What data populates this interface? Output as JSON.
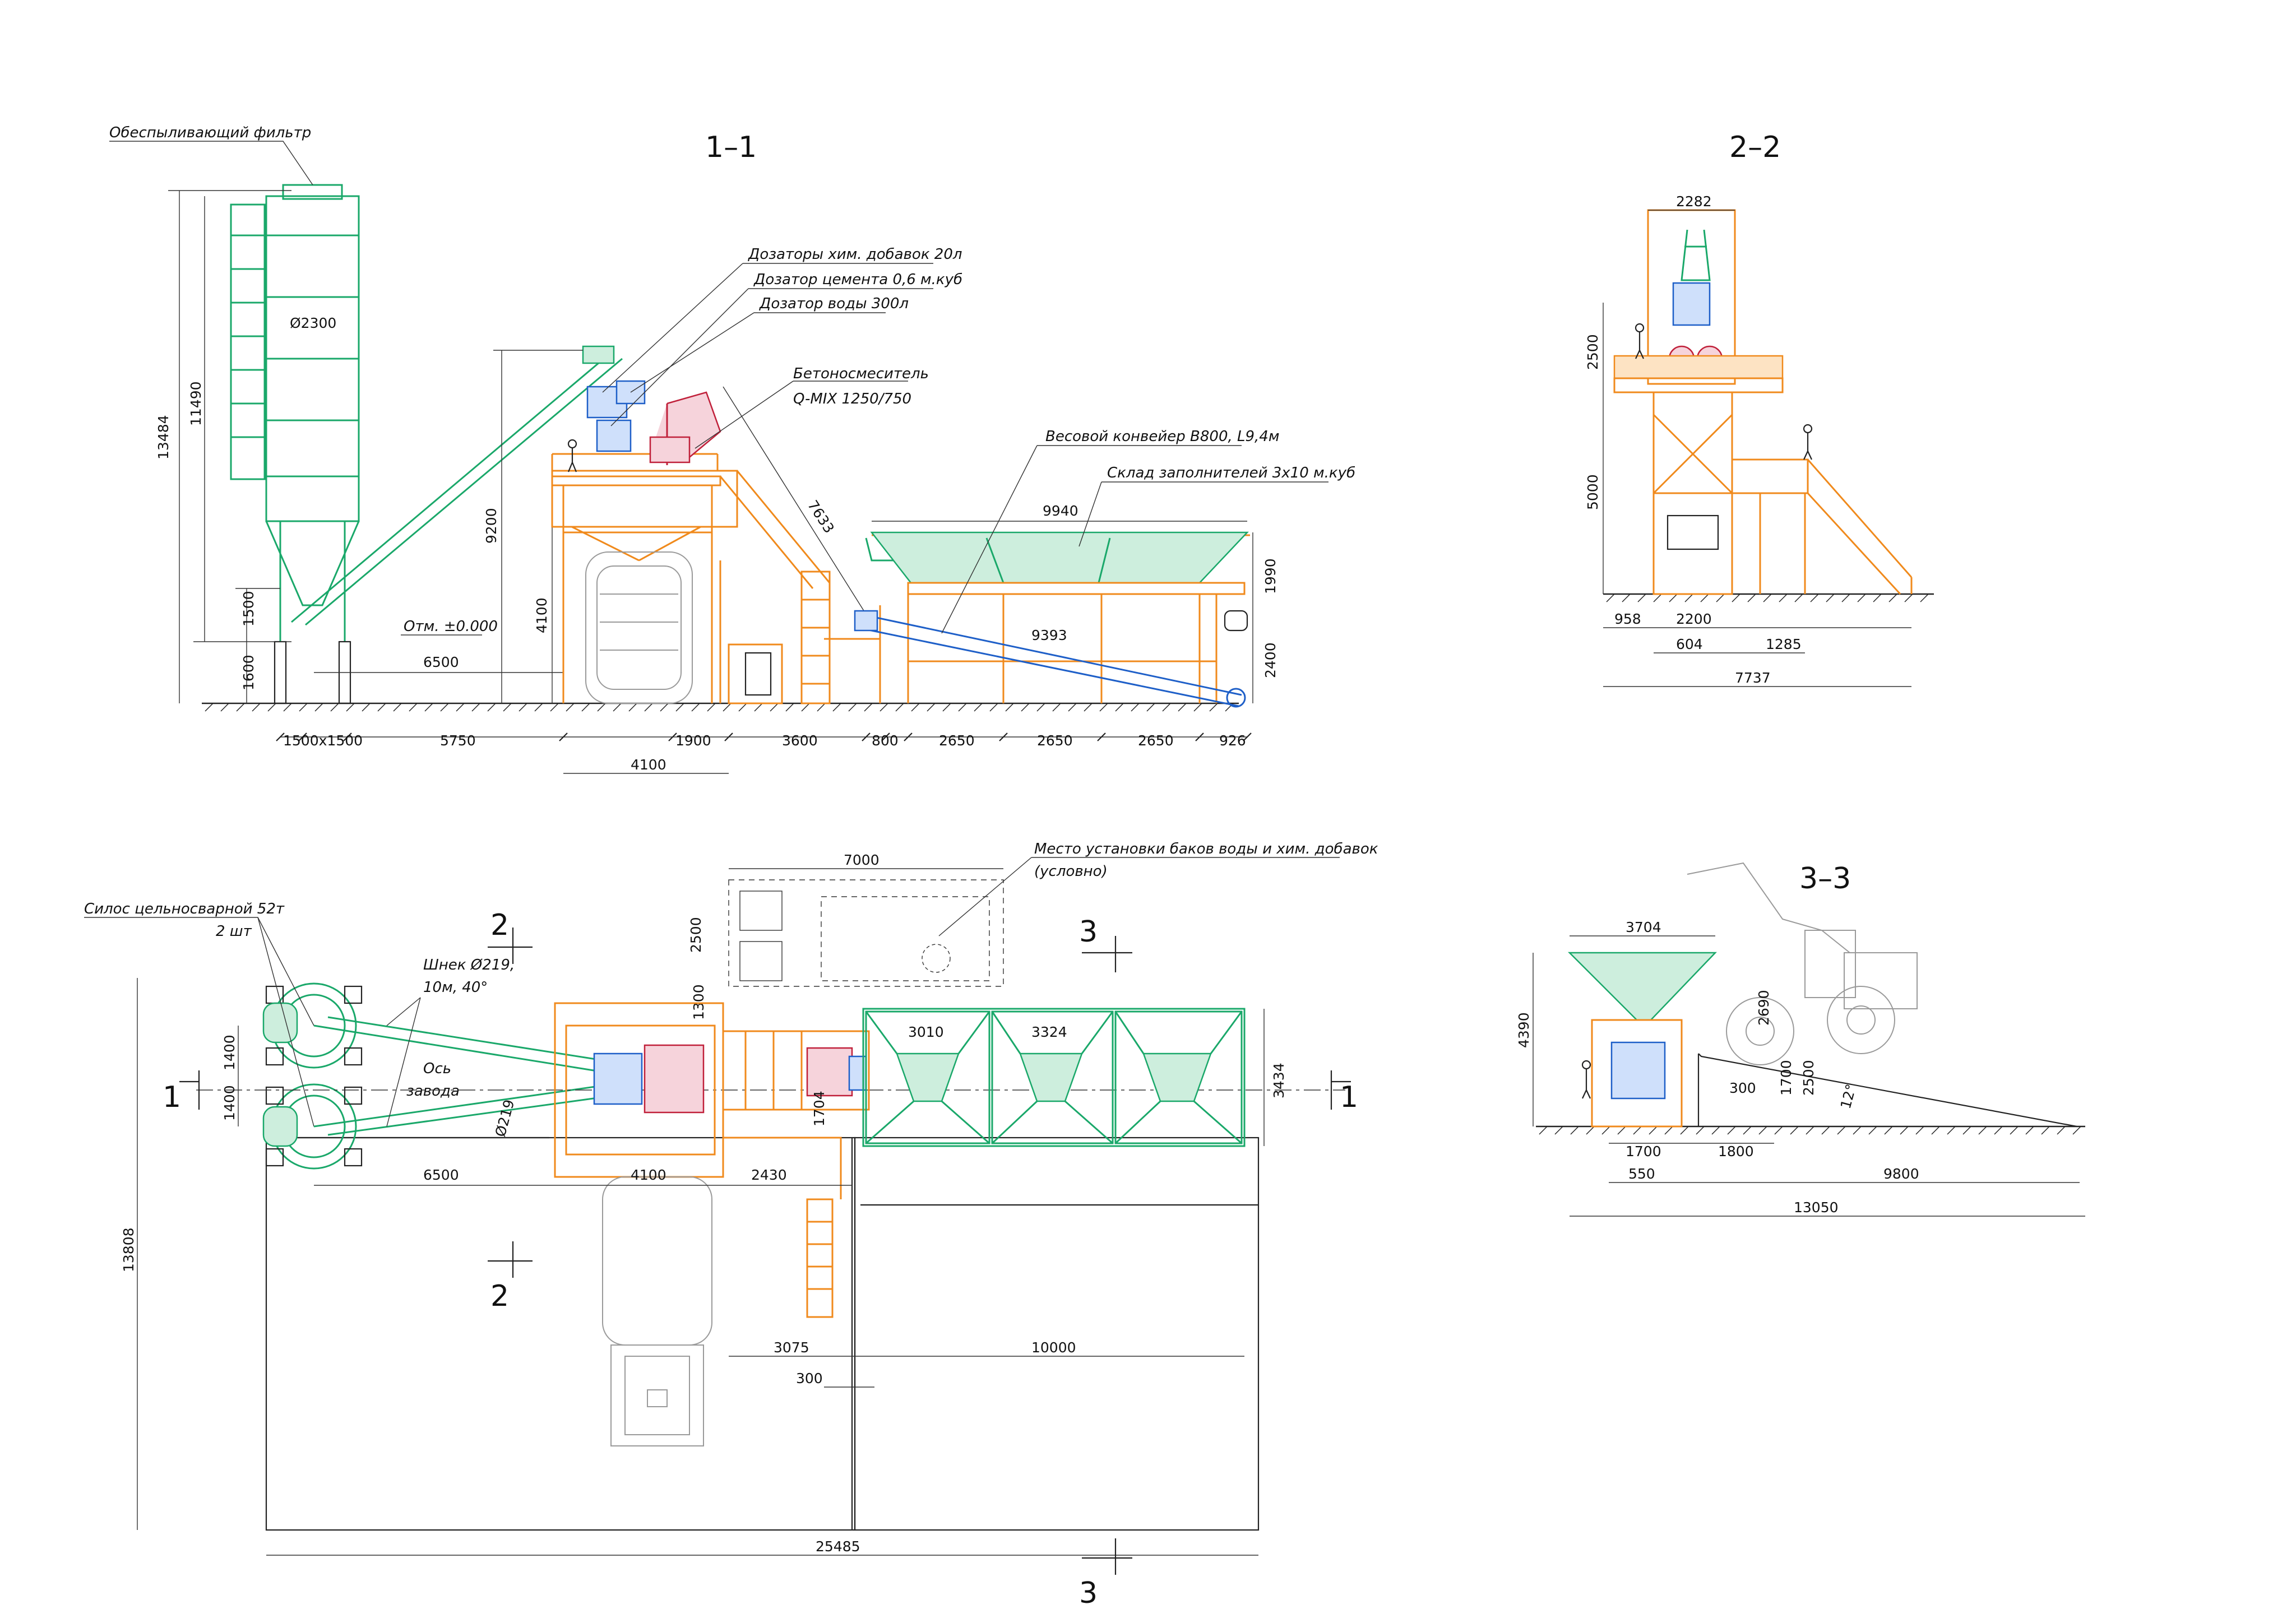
{
  "sections": {
    "s11": "1–1",
    "s22": "2–2",
    "s33": "3–3",
    "plan_cut2_top": "2",
    "plan_cut2_bot": "2",
    "plan_cut3_top": "3",
    "plan_cut3_bot": "3",
    "plan_cut1_left": "1",
    "plan_cut1_right": "1"
  },
  "labels": {
    "filter": "Обеспыливающий фильтр",
    "chem_dosers": "Дозаторы хим. добавок 20л",
    "cement_doser": "Дозатор цемента 0,6 м.куб",
    "water_doser": "Дозатор воды 300л",
    "mixer_title": "Бетоносмеситель",
    "mixer_model": "Q-MIX 1250/750",
    "conveyor": "Весовой конвейер В800, L9,4м",
    "aggregate_store": "Склад заполнителей 3х10 м.куб",
    "zero_mark": "Отм. ±0.000",
    "silo": "Силос цельносварной 52т",
    "silo_qty": "2 шт",
    "auger": "Шнек Ø219,",
    "auger2": "10м, 40°",
    "plant_axis": "Ось",
    "plant_axis2": "завода",
    "tanks_place": "Место установки баков воды и хим. добавок",
    "tanks_note": "(условно)"
  },
  "dims_11": {
    "silo_dia": "Ø2300",
    "h13484": "13484",
    "h11490": "11490",
    "h1500": "1500",
    "h1600": "1600",
    "h9200": "9200",
    "h4100": "4100",
    "d7633": "7633",
    "d9940": "9940",
    "d9393": "9393",
    "h1990": "1990",
    "h2400": "2400",
    "d6500": "6500",
    "b1500x1500": "1500х1500",
    "b5750": "5750",
    "b1900": "1900",
    "b3600": "3600",
    "b800": "800",
    "b2650a": "2650",
    "b2650b": "2650",
    "b2650c": "2650",
    "b926": "926",
    "b4100": "4100"
  },
  "dims_22": {
    "w2282": "2282",
    "h2500": "2500",
    "h5000": "5000",
    "b958": "958",
    "b2200": "2200",
    "b604": "604",
    "b1285": "1285",
    "b7737": "7737"
  },
  "dims_33": {
    "w3704": "3704",
    "h4390": "4390",
    "h2690": "2690",
    "h1700": "1700",
    "h2500": "2500",
    "w300": "300",
    "ang": "12°",
    "b1700": "1700",
    "b1800": "1800",
    "b550": "550",
    "b9800": "9800",
    "b13050": "13050"
  },
  "dims_plan": {
    "w7000": "7000",
    "h2500": "2500",
    "h1300": "1300",
    "w3010": "3010",
    "w3324": "3324",
    "h3434": "3434",
    "h1400a": "1400",
    "h1400b": "1400",
    "h1704": "1704",
    "d219": "Ø219",
    "b6500": "6500",
    "b4100": "4100",
    "b2430": "2430",
    "v13808": "13808",
    "b3075": "3075",
    "b300": "300",
    "b10000": "10000",
    "b25485": "25485"
  },
  "colors": {
    "frame": "#f08a1c",
    "silo_bins": "#1aa86a",
    "dosers": "#1e5fc8",
    "mixer": "#c0203a",
    "ghost": "#9a9a9a"
  }
}
